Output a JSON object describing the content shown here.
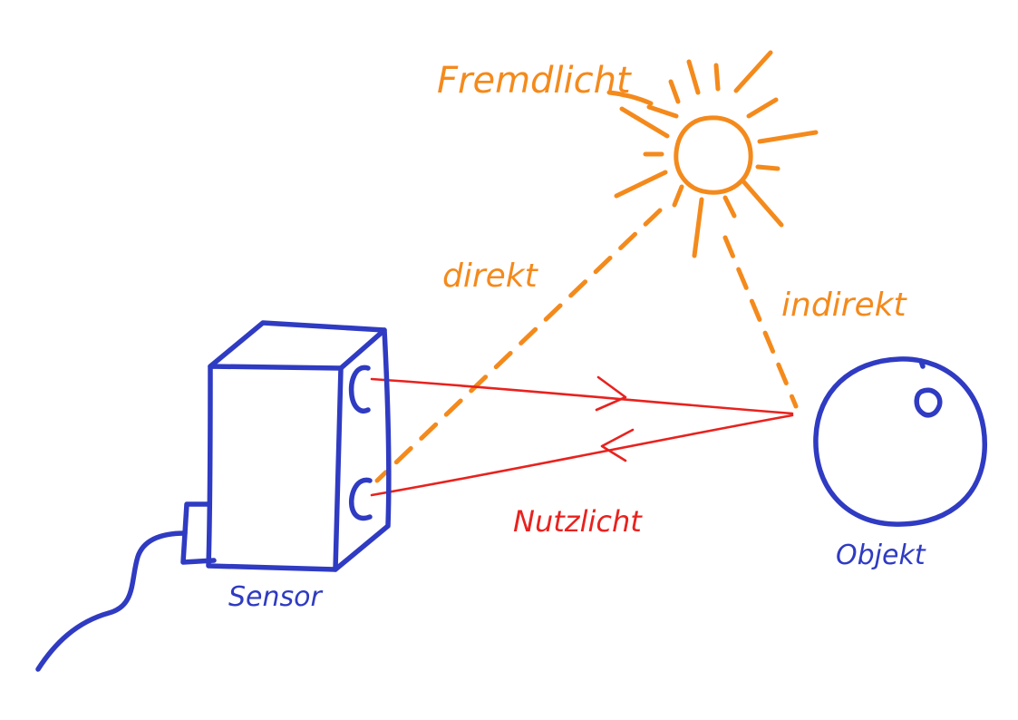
{
  "labels": {
    "ambient_light": "Fremdlicht",
    "direct": "direkt",
    "indirect": "indirekt",
    "useful_light": "Nutzlicht",
    "sensor": "Sensor",
    "object": "Objekt"
  },
  "colors": {
    "sensor_ink": "#2f3bc2",
    "ambient_ink": "#f48a1c",
    "useful_light_ink": "#e8221e",
    "background": "#ffffff"
  }
}
